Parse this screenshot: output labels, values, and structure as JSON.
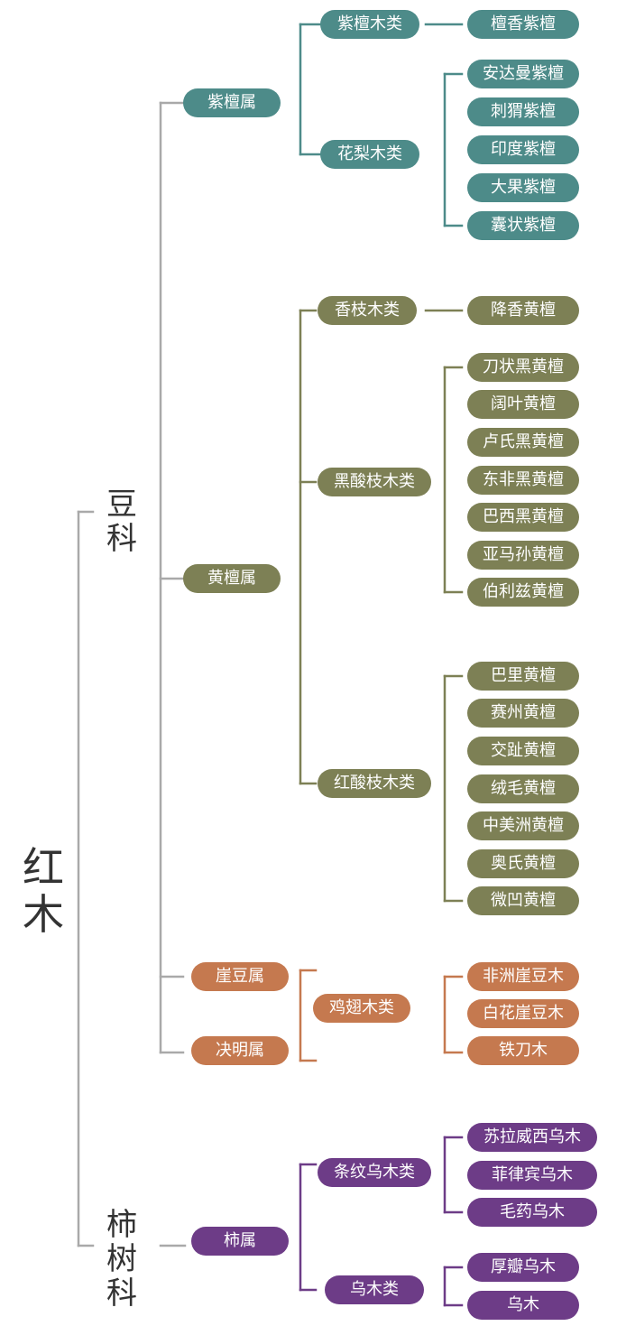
{
  "colors": {
    "teal": "#4d8b89",
    "olive": "#7d8055",
    "orange": "#c5794f",
    "purple": "#6d3c87",
    "line_gray": "#a9a9a9",
    "text": "#333333"
  },
  "root": {
    "chars": [
      "红",
      "木"
    ]
  },
  "families": {
    "legume": {
      "chars": [
        "豆",
        "科"
      ]
    },
    "ebony": {
      "chars": [
        "柿",
        "树",
        "科"
      ]
    }
  },
  "genera": {
    "zitan": "紫檀属",
    "huangtan": "黄檀属",
    "yadou": "崖豆属",
    "jueming": "决明属",
    "shi": "柿属"
  },
  "groups": {
    "zitanmu": "紫檀木类",
    "hualimu": "花梨木类",
    "xiangzhimu": "香枝木类",
    "heisuanzhimu": "黑酸枝木类",
    "hongsuanzhimu": "红酸枝木类",
    "jichimu": "鸡翅木类",
    "tiaowenwumu": "条纹乌木类",
    "wumu": "乌木类"
  },
  "species": {
    "zitanmu": [
      "檀香紫檀"
    ],
    "hualimu": [
      "安达曼紫檀",
      "刺猬紫檀",
      "印度紫檀",
      "大果紫檀",
      "囊状紫檀"
    ],
    "xiangzhimu": [
      "降香黄檀"
    ],
    "heisuanzhimu": [
      "刀状黑黄檀",
      "阔叶黄檀",
      "卢氏黑黄檀",
      "东非黑黄檀",
      "巴西黑黄檀",
      "亚马孙黄檀",
      "伯利兹黄檀"
    ],
    "hongsuanzhimu": [
      "巴里黄檀",
      "赛州黄檀",
      "交趾黄檀",
      "绒毛黄檀",
      "中美洲黄檀",
      "奥氏黄檀",
      "微凹黄檀"
    ],
    "jichimu": [
      "非洲崖豆木",
      "白花崖豆木",
      "铁刀木"
    ],
    "tiaowenwumu": [
      "苏拉威西乌木",
      "菲律宾乌木",
      "毛药乌木"
    ],
    "wumu": [
      "厚瓣乌木",
      "乌木"
    ]
  }
}
